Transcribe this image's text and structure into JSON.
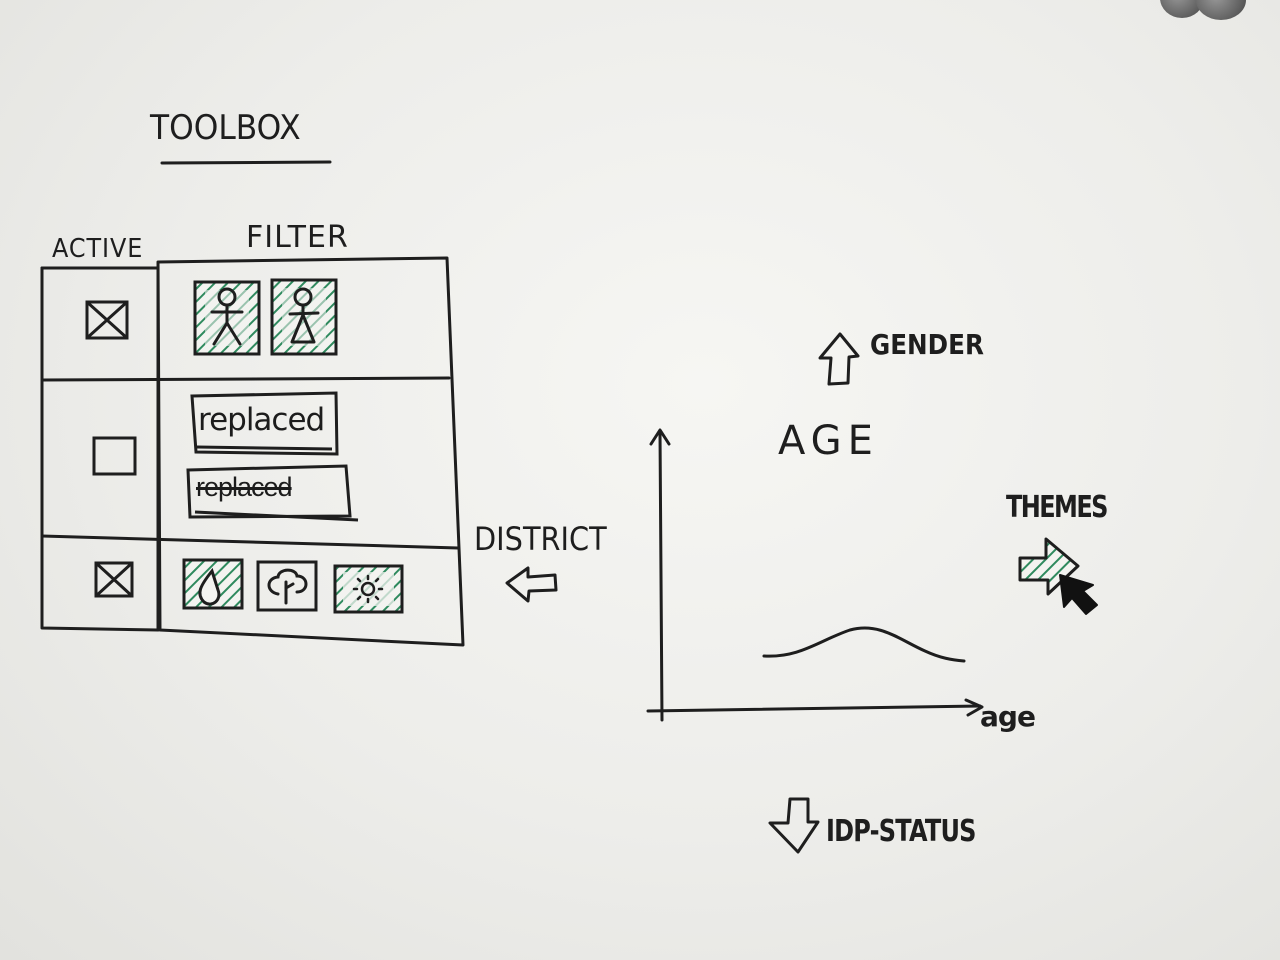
{
  "toolbox": {
    "title": "TOOLBOX",
    "columns": {
      "active": "ACTIVE",
      "filter": "FILTER"
    },
    "rows": [
      {
        "active": true,
        "filters": [
          {
            "icon": "male-person-icon",
            "selected": true
          },
          {
            "icon": "female-person-icon",
            "selected": true
          }
        ]
      },
      {
        "active": false,
        "filters": [
          {
            "text": "replaced",
            "struck": false
          },
          {
            "text": "replaced",
            "struck": true
          }
        ]
      },
      {
        "active": true,
        "filters": [
          {
            "icon": "water-drop-icon",
            "selected": true
          },
          {
            "icon": "tree-icon",
            "selected": false
          },
          {
            "icon": "sun-icon",
            "selected": false
          }
        ]
      }
    ]
  },
  "chart": {
    "title": "AGE",
    "x_label": "age",
    "nav": {
      "up": "GENDER",
      "left": "DISTRICT",
      "right": "THEMES",
      "down": "IDP-STATUS"
    }
  },
  "colors": {
    "ink": "#1e1e1e",
    "marker_green": "#2f8a5e",
    "board": "#ededea"
  }
}
